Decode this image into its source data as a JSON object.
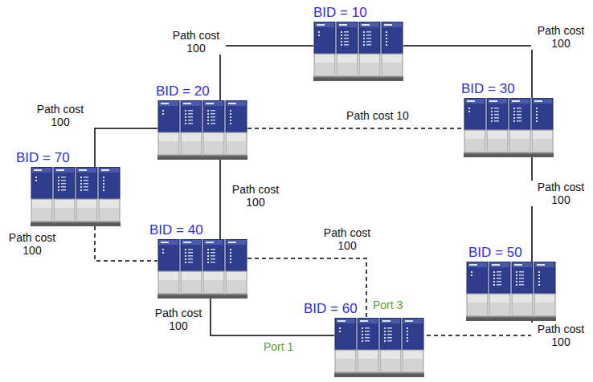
{
  "diagram": {
    "nodes": [
      {
        "text": [
          "BID = 10"
        ]
      },
      {
        "text": [
          "BID = 20"
        ]
      },
      {
        "text": [
          "BID = 30"
        ]
      },
      {
        "text": [
          "BID = 70"
        ]
      },
      {
        "text": [
          "BID = 40"
        ]
      },
      {
        "text": [
          "BID = 50"
        ]
      },
      {
        "text": [
          "BID = 60"
        ]
      }
    ],
    "edges": [
      {
        "from": 0,
        "to": 1,
        "label": "Path cost 100",
        "arrow": "none"
      },
      {
        "from": 0,
        "to": 2,
        "label": "Path cost 100",
        "arrow": "none"
      },
      {
        "from": 1,
        "to": 3,
        "label": "Path cost 100",
        "arrow": "none"
      },
      {
        "from": 1,
        "to": 2,
        "label": "Path cost 10",
        "arrow": "none"
      },
      {
        "from": 1,
        "to": 4,
        "label": "Path cost 100",
        "arrow": "none"
      },
      {
        "from": 2,
        "to": 5,
        "label": "Path cost 100",
        "arrow": "none"
      },
      {
        "from": 3,
        "to": 4,
        "label": "Path cost 100",
        "arrow": "none"
      },
      {
        "from": 4,
        "to": 6,
        "label": "Path cost 100",
        "arrow": "none"
      },
      {
        "from": 4,
        "to": 6,
        "label": "Path cost 100",
        "arrow": "none"
      },
      {
        "from": 5,
        "to": 6,
        "label": "Path cost 100",
        "arrow": "none"
      }
    ],
    "labels": [
      "Port 1",
      "Port 3"
    ]
  }
}
